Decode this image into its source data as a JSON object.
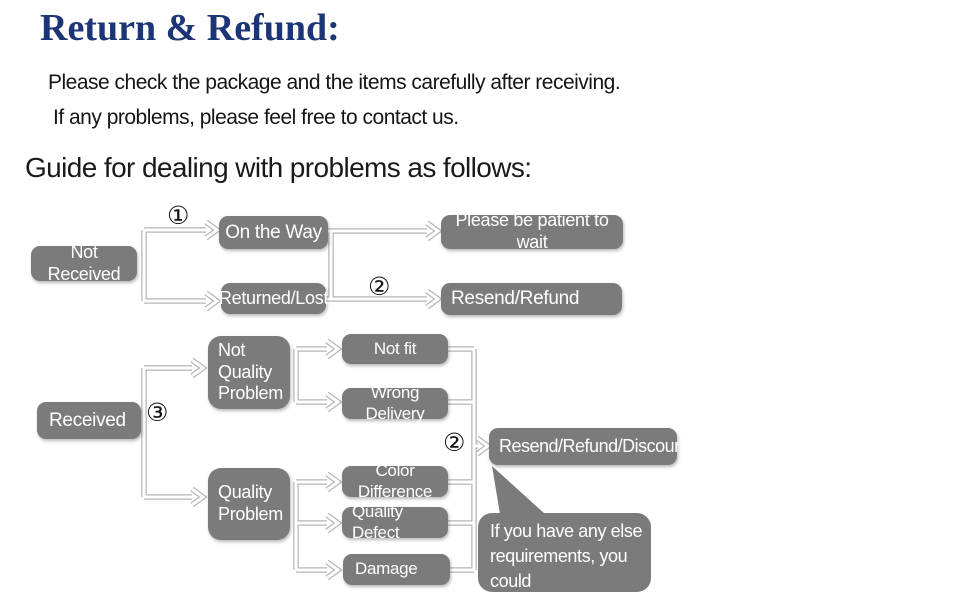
{
  "header": {
    "title": "Return & Refund:",
    "note1": "Please check the package and the items carefully after receiving.",
    "note2": "If any problems, please feel free to contact us.",
    "guide_heading": "Guide for dealing with problems as follows:"
  },
  "colors": {
    "title_navy": "#1c3576",
    "box_gray": "#7b7b7b",
    "pipe_gray": "#b6b6b6",
    "text_black": "#151515"
  },
  "flow": {
    "markers": {
      "step1": "①",
      "step2": "②",
      "step3": "③"
    },
    "nodes": {
      "not_received": "Not Received",
      "on_the_way": "On the Way",
      "returned_lost": "Returned/Lost",
      "please_wait": "Please be patient to wait",
      "resend_refund": "Resend/Refund",
      "received": "Received",
      "not_quality_problem": "Not\nQuality\nProblem",
      "quality_problem": "Quality\nProblem",
      "not_fit": "Not fit",
      "wrong_delivery": "Wrong Delivery",
      "color_difference": "Color Difference",
      "quality_defect": "Quality Defect",
      "damage": "Damage",
      "resend_refund_discount": "Resend/Refund/Discount",
      "bubble_note": "If you have any else\nrequirements, you could\nalso tell us!"
    }
  }
}
